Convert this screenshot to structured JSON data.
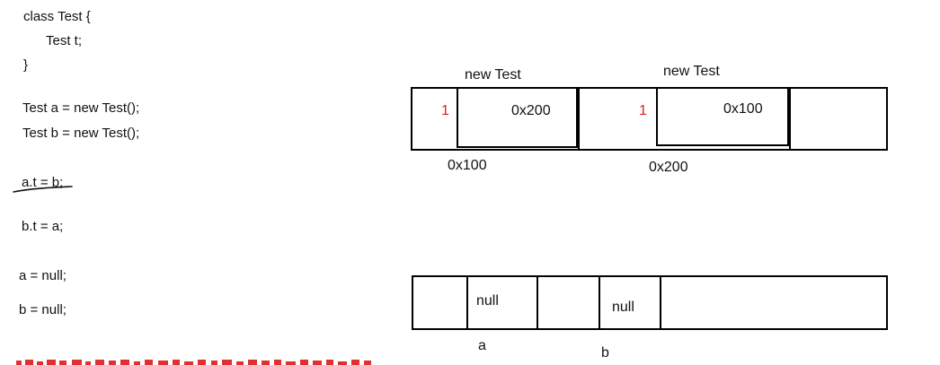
{
  "code": {
    "line1": "class Test {",
    "line2": "Test t;",
    "line3": "}",
    "line4": "Test a = new Test();",
    "line5": "Test b = new Test();",
    "line6": "a.t = b;",
    "line7": "b.t = a;",
    "line8": "a = null;",
    "line9": "b = null;"
  },
  "heap": {
    "object1": {
      "label": "new Test",
      "count": "1",
      "field_value": "0x200",
      "address": "0x100"
    },
    "object2": {
      "label": "new Test",
      "count": "1",
      "field_value": "0x100",
      "address": "0x200"
    }
  },
  "stack": {
    "slot_a": {
      "value": "null",
      "name": "a"
    },
    "slot_b": {
      "value": "null",
      "name": "b"
    }
  },
  "colors": {
    "line": "#000000",
    "text": "#111111",
    "refcount": "#e02020"
  }
}
